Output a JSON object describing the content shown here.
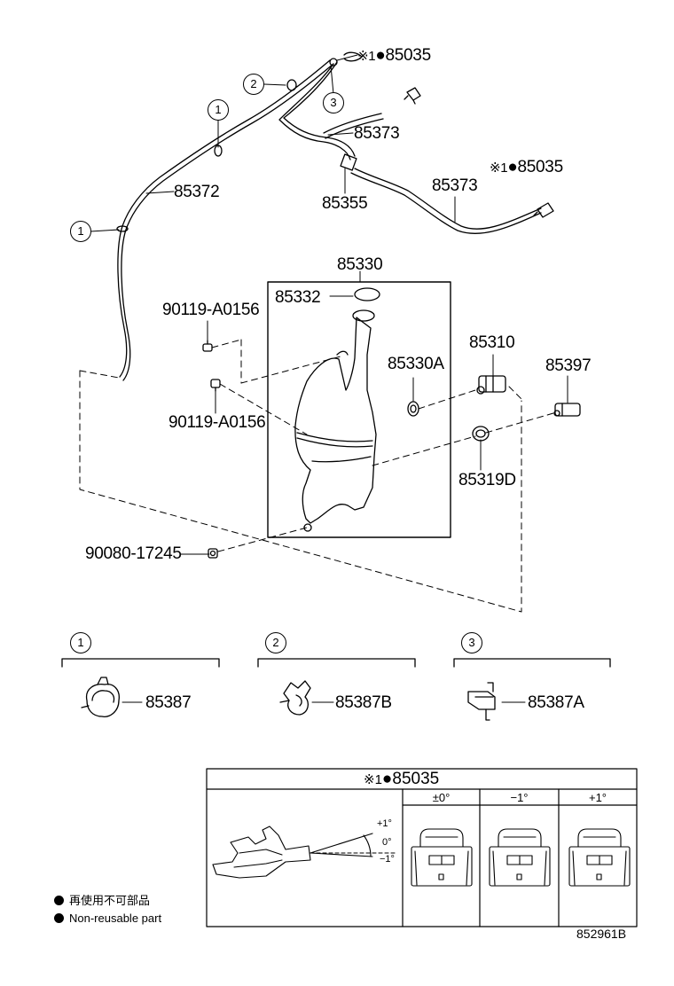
{
  "diagram_number": "852961B",
  "mark": {
    "prefix": "※1",
    "dot": "●"
  },
  "parts": {
    "p85035_top": "85035",
    "p85035_right": "85035",
    "p85373_a": "85373",
    "p85373_b": "85373",
    "p85372": "85372",
    "p85355": "85355",
    "p85330": "85330",
    "p85332": "85332",
    "p90119_a": "90119-A0156",
    "p90119_b": "90119-A0156",
    "p85330A": "85330A",
    "p85310": "85310",
    "p85397": "85397",
    "p85319D": "85319D",
    "p90080": "90080-17245",
    "p85387": "85387",
    "p85387B": "85387B",
    "p85387A": "85387A"
  },
  "callouts": {
    "c1_top": "1",
    "c1_left": "1",
    "c2": "2",
    "c3": "3",
    "sec1": "1",
    "sec2": "2",
    "sec3": "3"
  },
  "inset": {
    "title": "85035",
    "columns": [
      "±0°",
      "−1°",
      "+1°"
    ],
    "angles": [
      "+1°",
      "0°",
      "−1°"
    ]
  },
  "legend": {
    "jp": "再使用不可部品",
    "en": "Non-reusable part"
  }
}
